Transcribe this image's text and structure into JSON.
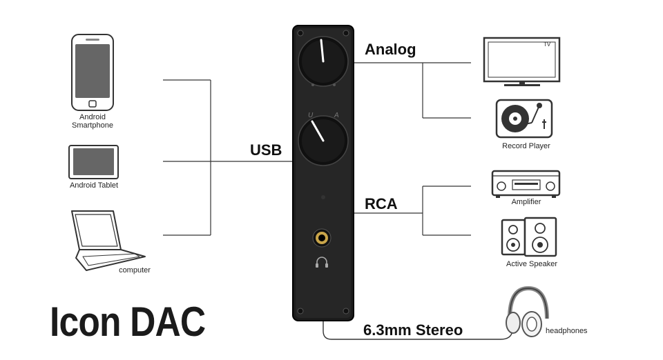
{
  "title": "Icon DAC",
  "connections": {
    "usb": "USB",
    "analog": "Analog",
    "rca": "RCA",
    "stereo": "6.3mm Stereo"
  },
  "sources": {
    "smartphone": [
      "Android",
      "Smartphone"
    ],
    "tablet": "Android Tablet",
    "computer": "computer"
  },
  "outputs": {
    "tv": "TV",
    "record_player": "Record Player",
    "amplifier": "Amplifier",
    "active_speaker": "Active Speaker",
    "headphones": "headphones"
  },
  "device": {
    "knob_top_left": "U",
    "knob_top_right": "A"
  }
}
